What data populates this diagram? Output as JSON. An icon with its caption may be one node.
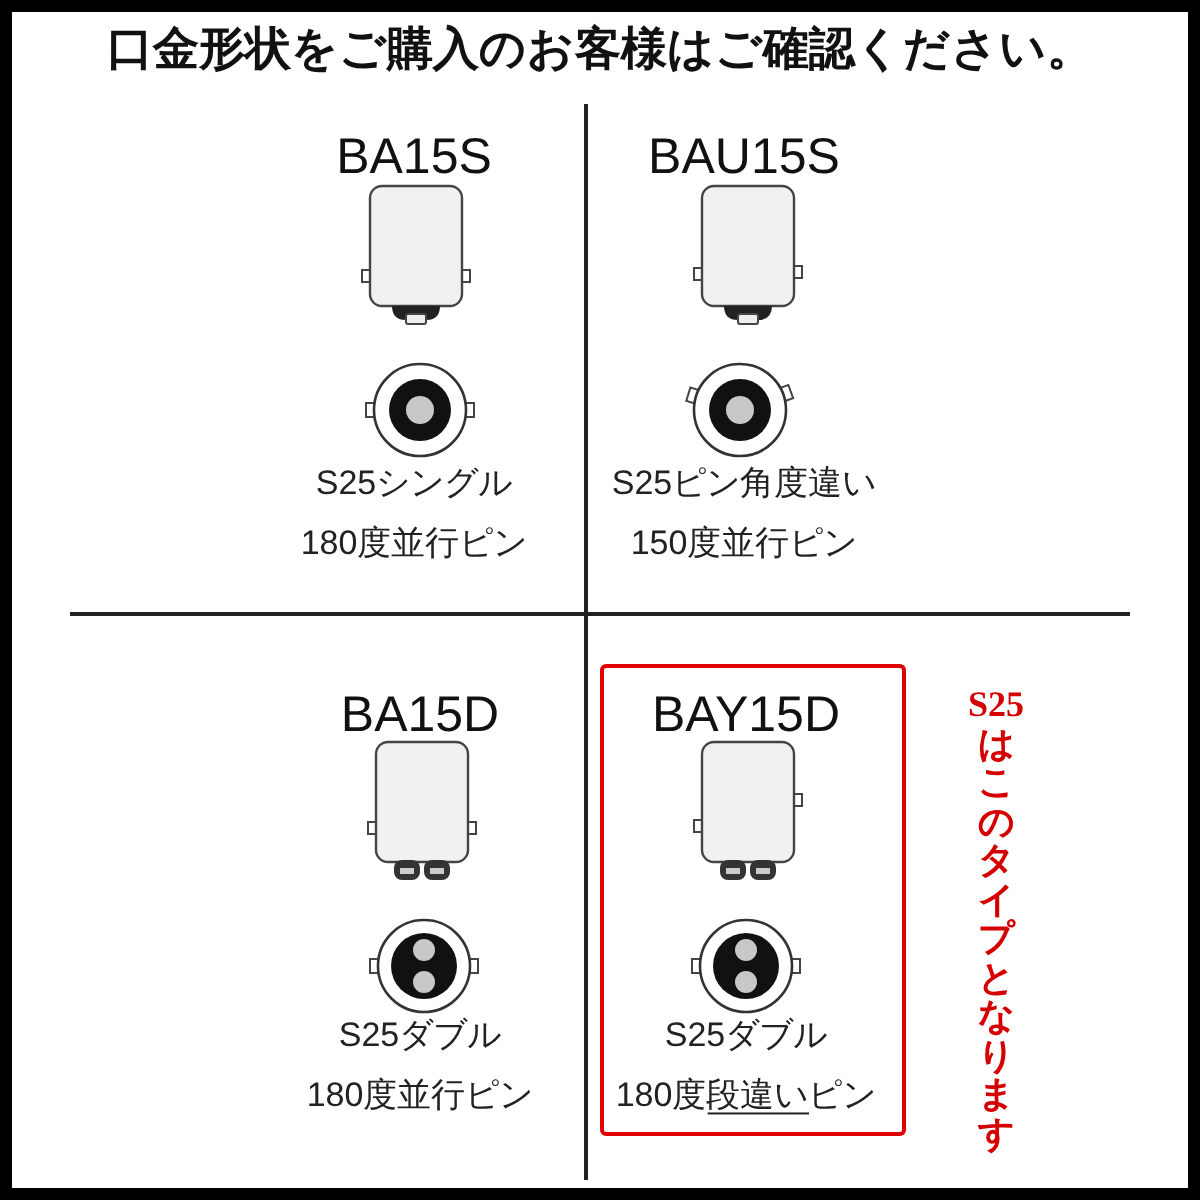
{
  "diagram": {
    "title": "口金形状をご購入のお客様はご確認ください。",
    "nodes": [
      {
        "text": [
          "BAY15D",
          "S25ダブル",
          "180度段違いピン"
        ],
        "beside": [
          "S25はこのタイプとなります"
        ]
      }
    ],
    "labels": [
      "BA15S",
      "S25シングル",
      "180度並行ピン",
      "BAU15S",
      "S25ピン角度違い",
      "150度並行ピン",
      "BA15D",
      "S25ダブル",
      "180度並行ピン"
    ]
  }
}
